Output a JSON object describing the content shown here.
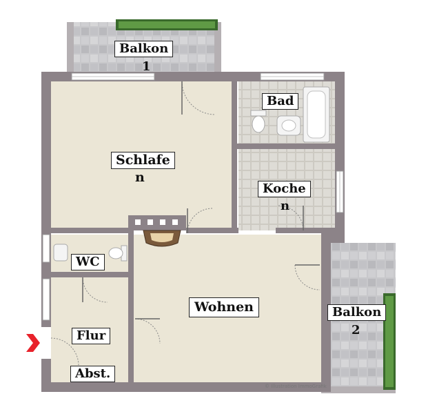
{
  "rooms": {
    "balkon1": {
      "label": "Balkon",
      "sub": "1"
    },
    "bad": {
      "label": "Bad"
    },
    "schlafen": {
      "label": "Schlafe",
      "sub": "n"
    },
    "kochen": {
      "label": "Koche",
      "sub": "n"
    },
    "wc": {
      "label": "WC"
    },
    "wohnen": {
      "label": "Wohnen"
    },
    "balkon2": {
      "label": "Balkon",
      "sub": "2"
    },
    "flur": {
      "label": "Flur"
    },
    "abst": {
      "label": "Abst."
    }
  },
  "credit": "© Illustration ImmoGrafik",
  "colors": {
    "wall": "#8c8388",
    "floor": "#ebe6d6",
    "tile": "#c9c9cc",
    "entrance_arrow": "#e8222b",
    "planter": "#4f8a3a"
  }
}
